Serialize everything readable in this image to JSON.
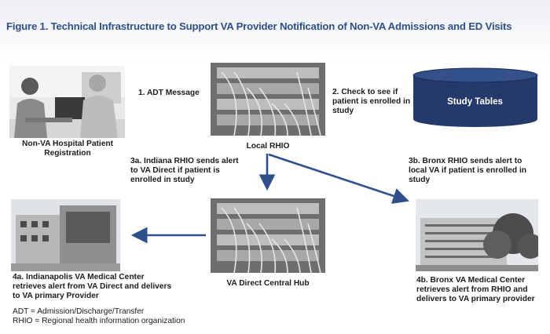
{
  "figure": {
    "title": "Figure 1.  Technical Infrastructure to Support VA Provider Notification of Non-VA Admissions and ED Visits"
  },
  "nodes": {
    "non_va_hospital": "Non-VA Hospital Patient Registration",
    "local_rhio": "Local RHIO",
    "study_tables": "Study Tables",
    "va_direct_hub": "VA Direct Central Hub",
    "indianapolis_va": "4a. Indianapolis VA Medical Center retrieves alert from VA Direct and delivers to VA primary Provider",
    "bronx_va": "4b. Bronx VA Medical Center retrieves alert from RHIO and delivers to VA primary provider"
  },
  "steps": {
    "step1": "1. ADT Message",
    "step2": "2. Check to see if patient is enrolled in study",
    "step3a": "3a. Indiana RHIO sends alert to VA Direct if patient is enrolled in study",
    "step3b": "3b. Bronx RHIO sends alert to local VA if patient is enrolled in study"
  },
  "legend": {
    "adt": "ADT = Admission/Discharge/Transfer",
    "rhio": "RHIO = Regional health information organization"
  },
  "colors": {
    "title": "#2d4f8c",
    "arrow": "#2d4f8c",
    "cylinder_fill": "#243a6b",
    "cylinder_top": "#34508a"
  }
}
